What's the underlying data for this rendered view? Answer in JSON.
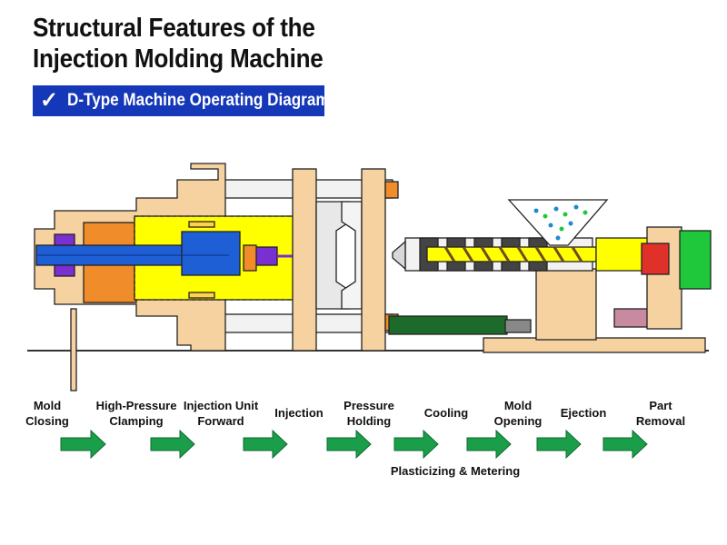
{
  "title": {
    "line1": "Structural Features of the",
    "line2": "Injection Molding Machine"
  },
  "banner": {
    "check_icon": "✓",
    "label": "D-Type Machine Operating Diagram",
    "color": "#1538b8"
  },
  "colors": {
    "frame": "#f6d2a0",
    "cylinder": "#ffff00",
    "piston": "#1f5fd6",
    "ram": "#f08c2a",
    "nozzle_motor": "#1ec83a",
    "arrow": "#1a9e4a",
    "clamp_rod": "#1d6b2a",
    "seal_accent": "#e0302a",
    "purple_part": "#7a2fd0"
  },
  "process_steps": [
    {
      "label": "Mold\nClosing"
    },
    {
      "label": "High-Pressure\nClamping"
    },
    {
      "label": "Injection Unit\nForward"
    },
    {
      "label": "Injection"
    },
    {
      "label": "Pressure\nHolding"
    },
    {
      "label": "Cooling"
    },
    {
      "label": "Mold\nOpening"
    },
    {
      "label": "Ejection"
    },
    {
      "label": "Part\nRemoval"
    }
  ],
  "sub_step": "Plasticizing & Metering"
}
